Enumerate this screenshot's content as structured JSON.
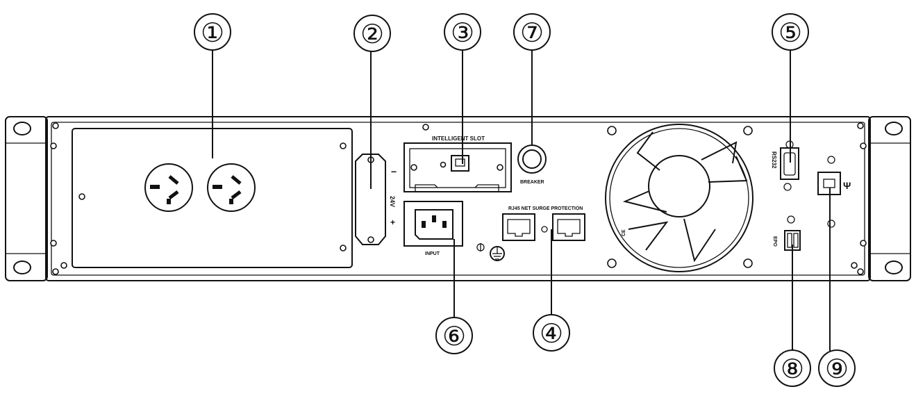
{
  "callouts": [
    "①",
    "②",
    "③",
    "⑦",
    "⑤",
    "⑥",
    "④",
    "⑧",
    "⑨"
  ],
  "labels": {
    "intelligent_slot": "INTELLIGENT SLOT",
    "breaker": "BREAKER",
    "surge": "RJ45 NET SURGE PROTECTION",
    "input": "INPUT",
    "rs232": "RS232",
    "epo": "EPO",
    "voltage": "24V",
    "minus": "−",
    "plus": "+"
  },
  "colors": {
    "line": "#111111",
    "background": "#ffffff"
  },
  "icons": [
    "outlet-icon",
    "iec-inlet-icon",
    "ground-icon",
    "rj45-port-icon",
    "usb-icon",
    "fan-icon",
    "serial-port-icon",
    "breaker-icon"
  ]
}
